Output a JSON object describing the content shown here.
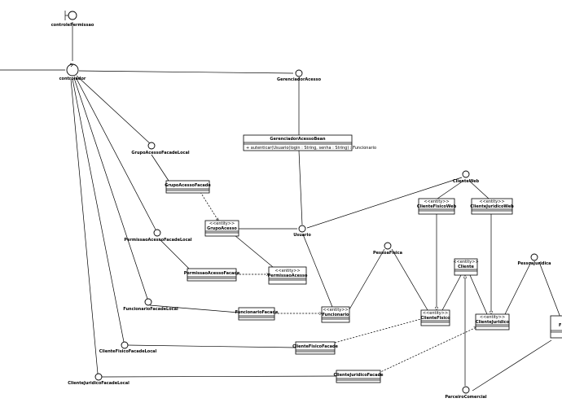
{
  "diagram": {
    "boundary": "controlePermissao",
    "controller": "controlador",
    "gerenciador_acesso": "GerenciadorAcesso",
    "gerenciador_bean": {
      "name": "GerenciadorAcessoBean",
      "operation": "+ autenticar(Usuario(login : String, senha : String) : Funcionario"
    },
    "grupo_local": "GrupoAcessoFacadeLocal",
    "grupo_facade": "GrupoAcessoFacade",
    "grupo_acesso": "GrupoAcesso",
    "permissao_local": "PermissaoAcessoFacadeLocal",
    "permissao_facade": "PermissaoAcessoFacade",
    "permissao_entity": "PermissaoAcesso",
    "usuario": "Usuario",
    "funcionario_local": "FuncionarioFacadeLocal",
    "funcionario_facade": "FuncionarioFacade",
    "funcionario": "Funcionario",
    "pessoa_fisica": "PessoaFisica",
    "cliente_web": "ClienteWeb",
    "cliente_fisico_web": "ClienteFisicoWeb",
    "cliente_juridico_web": "ClienteJuridicoWeb",
    "cliente": "Cliente",
    "cliente_fisico": "ClienteFisico",
    "cliente_juridico": "ClienteJuridico",
    "pessoa_juridica": "PessoaJuridica",
    "cliente_fisico_local": "ClienteFisicoFacadeLocal",
    "cliente_fisico_facade": "ClienteFisicoFacade",
    "cliente_juridico_local": "ClienteJuridicoFacadeLocal",
    "cliente_juridico_facade": "ClienteJuridicoFacade",
    "parceiro": "ParceiroComercial",
    "stereotype": "<<entity>>",
    "cut_off_box": "F"
  }
}
